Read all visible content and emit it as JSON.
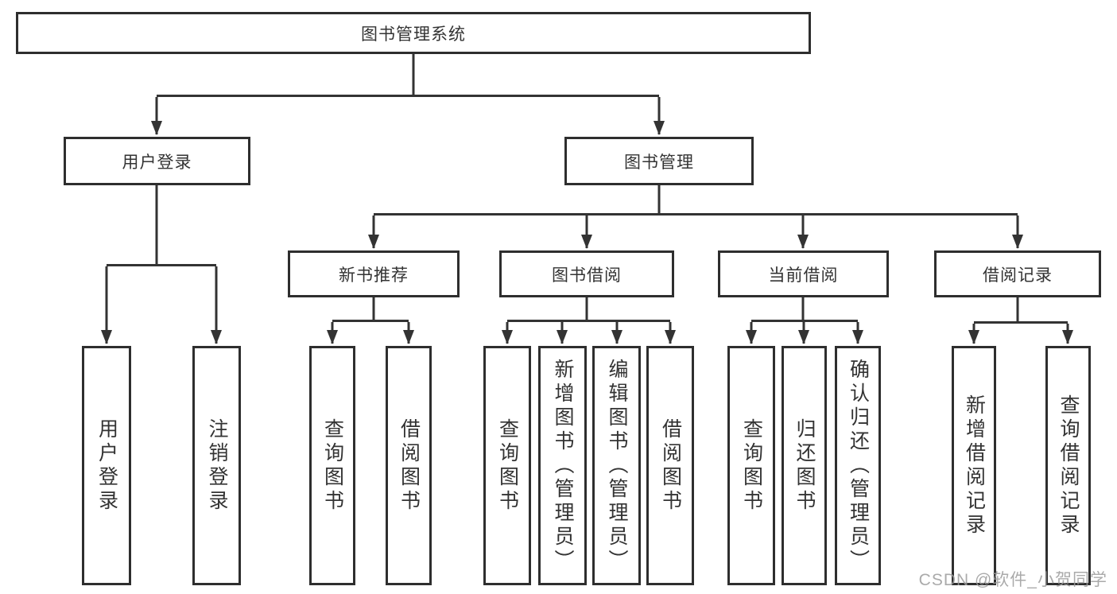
{
  "diagram": {
    "type": "hierarchy-tree",
    "root": {
      "label": "图书管理系统"
    },
    "level2": [
      {
        "label": "用户登录"
      },
      {
        "label": "图书管理"
      }
    ],
    "level3": [
      {
        "label": "新书推荐"
      },
      {
        "label": "图书借阅"
      },
      {
        "label": "当前借阅"
      },
      {
        "label": "借阅记录"
      }
    ],
    "leaves": {
      "user_login": [
        "用户登录",
        "注销登录"
      ],
      "new_book": [
        "查询图书",
        "借阅图书"
      ],
      "book_borrow": [
        "查询图书",
        "新增图书（管理员）",
        "编辑图书（管理员）",
        "借阅图书"
      ],
      "current_borrow": [
        "查询图书",
        "归还图书",
        "确认归还（管理员）"
      ],
      "borrow_records": [
        "新增借阅记录",
        "查询借阅记录"
      ]
    }
  },
  "colors": {
    "line": "#333333",
    "border": "#2e2e2e",
    "text": "#333333",
    "watermark": "#9b9b9b"
  },
  "watermark": {
    "text": "CSDN @软件_小贺同学"
  }
}
